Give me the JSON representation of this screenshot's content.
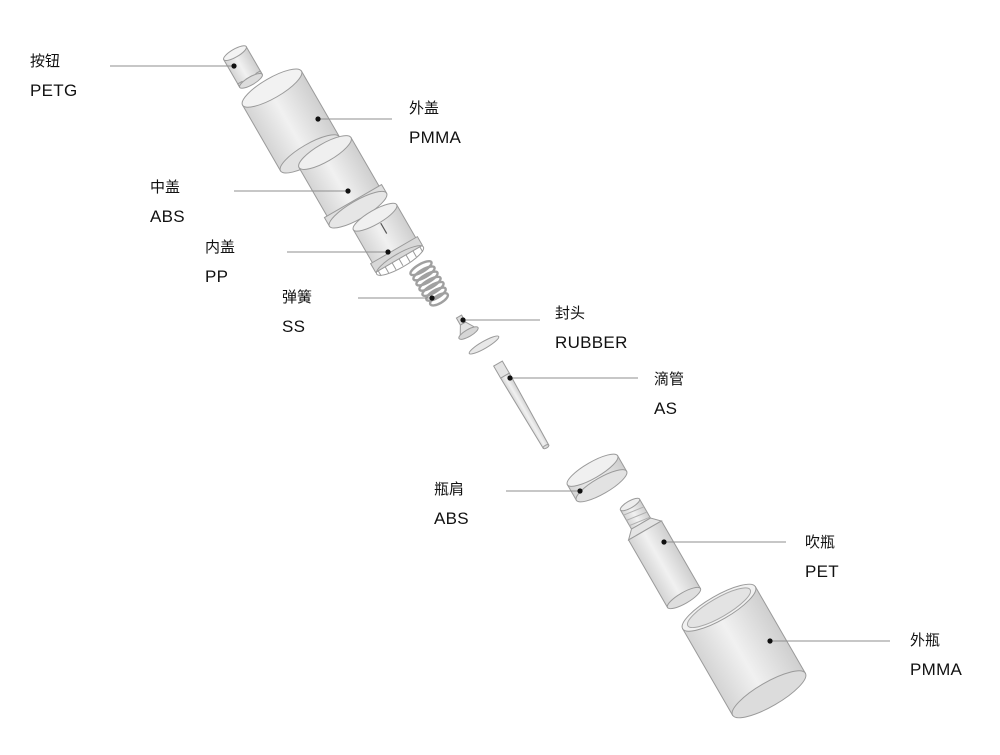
{
  "parts": [
    {
      "id": "button",
      "name": "按钮",
      "material": "PETG"
    },
    {
      "id": "outer-cap",
      "name": "外盖",
      "material": "PMMA"
    },
    {
      "id": "middle-cap",
      "name": "中盖",
      "material": "ABS"
    },
    {
      "id": "inner-cap",
      "name": "内盖",
      "material": "PP"
    },
    {
      "id": "spring",
      "name": "弹簧",
      "material": "SS"
    },
    {
      "id": "seal",
      "name": "封头",
      "material": "RUBBER"
    },
    {
      "id": "dropper",
      "name": "滴管",
      "material": "AS"
    },
    {
      "id": "shoulder",
      "name": "瓶肩",
      "material": "ABS"
    },
    {
      "id": "inner-bottle",
      "name": "吹瓶",
      "material": "PET"
    },
    {
      "id": "outer-bottle",
      "name": "外瓶",
      "material": "PMMA"
    }
  ],
  "colors": {
    "part_fill": "#e9e9e9",
    "part_shade": "#d0d0d0",
    "part_stroke": "#9a9a9a",
    "leader": "#8f8f8f",
    "dot": "#111111"
  }
}
